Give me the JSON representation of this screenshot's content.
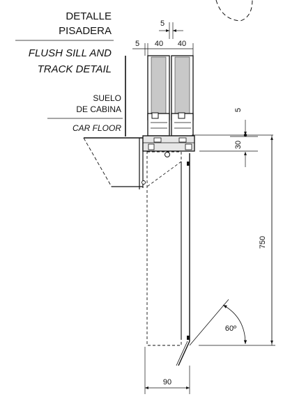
{
  "title": {
    "es_line1": "DETALLE",
    "es_line2": "PISADERA",
    "en_line1": "FLUSH SILL AND",
    "en_line2": "TRACK DETAIL"
  },
  "floor": {
    "es_line1": "SUELO",
    "es_line2": "DE CABINA",
    "en": "CAR FLOOR"
  },
  "dimensions": {
    "gap_top": "5",
    "left_gap": "5",
    "panel_width_1": "40",
    "panel_width_2": "40",
    "offset_5": "5",
    "sill_30": "30",
    "height_750": "750",
    "angle": "60º",
    "width_90": "90"
  },
  "colors": {
    "line": "#111111",
    "panel_fill": "#c8c8c8",
    "profile_fill": "#e6e6e6"
  }
}
